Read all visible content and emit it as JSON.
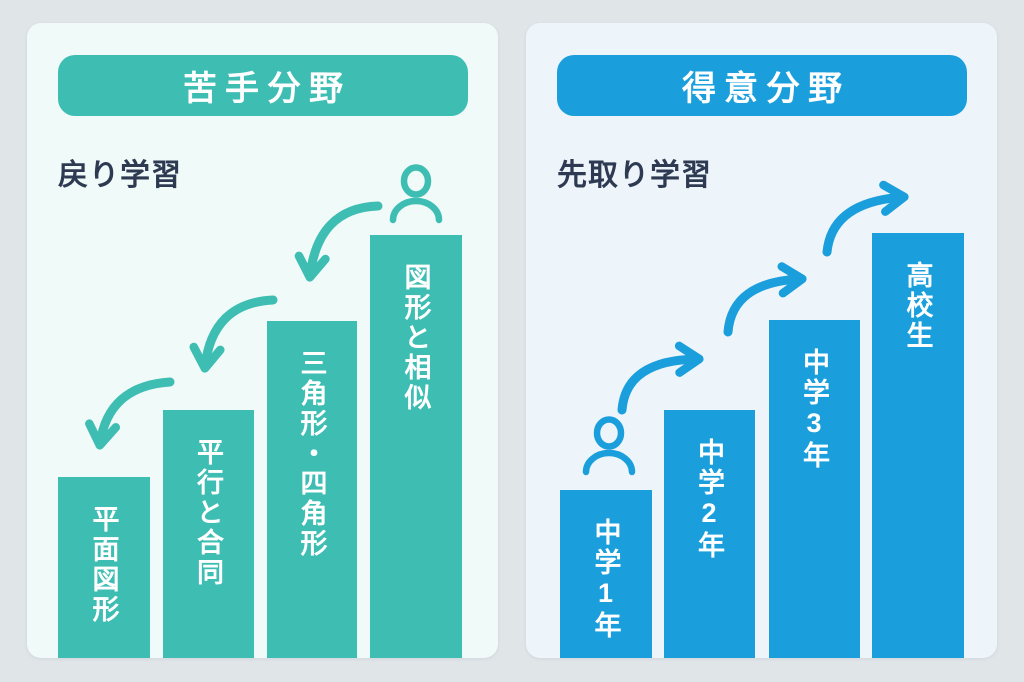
{
  "colors": {
    "canvas_bg": "#e0e5e8",
    "teal_accent": "#3ebdb2",
    "blue_accent": "#1b9fdc",
    "panel_bg_left": "#f0faf9",
    "panel_bg_right": "#edf5fb",
    "subtitle_text": "#2e3a52",
    "bar_label_text": "#ffffff"
  },
  "panels": [
    {
      "badge": {
        "label": "苦手分野",
        "color": "#3ebdb2"
      },
      "subtitle": "戻り学習",
      "arrow_direction": "down-left",
      "icons": {
        "person": "person-outline-icon",
        "arrow": "curved-arrow-icon"
      },
      "bars": [
        {
          "label": "平面図形"
        },
        {
          "label": "平行と合同"
        },
        {
          "label": "三角形・四角形"
        },
        {
          "label": "図形と相似"
        }
      ]
    },
    {
      "badge": {
        "label": "得意分野",
        "color": "#1b9fdc"
      },
      "subtitle": "先取り学習",
      "arrow_direction": "up-right",
      "icons": {
        "person": "person-outline-icon",
        "arrow": "curved-arrow-icon"
      },
      "bars": [
        {
          "label": "中学1年"
        },
        {
          "label": "中学2年"
        },
        {
          "label": "中学3年"
        },
        {
          "label": "高校生"
        }
      ]
    }
  ]
}
